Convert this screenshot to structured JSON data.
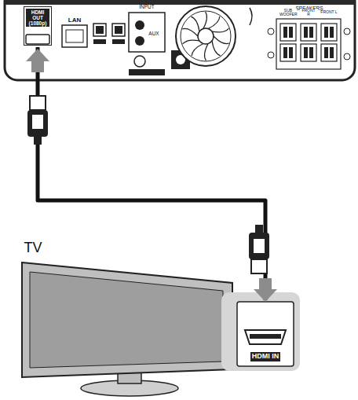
{
  "diagram": {
    "nodes": [
      {
        "text": [
          "HDMI OUT (1080p)"
        ]
      },
      {
        "text": [
          "HDMI IN"
        ]
      }
    ],
    "edges": [
      {
        "from": 0,
        "to": 1,
        "arrow": "both"
      }
    ],
    "labels": [
      "LAN",
      "INPUT",
      "AUX",
      "SPEAKERS",
      "SUB WOOFER",
      "FRONT R",
      "FRONT L",
      "TV"
    ]
  }
}
